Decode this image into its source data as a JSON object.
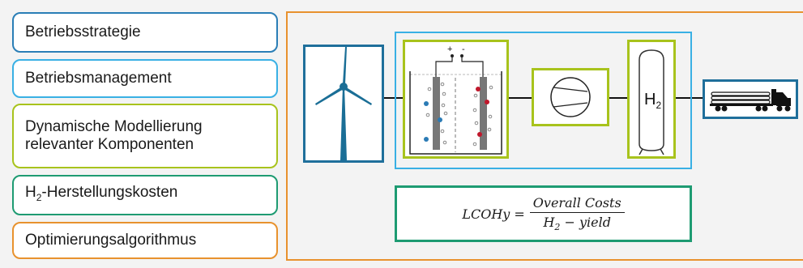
{
  "labels": {
    "l1": "Betriebsstrategie",
    "l2": "Betriebsmanagement",
    "l3_line1": "Dynamische Modellierung",
    "l3_line2": "relevanter Komponenten",
    "l4_prefix": "H",
    "l4_sub": "2",
    "l4_suffix": "-Herstellungskosten",
    "l5": "Optimierungsalgorithmus"
  },
  "diagram": {
    "electrolyser_plus": "+",
    "electrolyser_minus": "-",
    "tank_label": "H",
    "tank_label_sub": "2"
  },
  "formula": {
    "lhs": "LCOHy =",
    "numerator": "Overall Costs",
    "den_main": "H",
    "den_sub": "2",
    "den_rest": " − yield"
  },
  "colors": {
    "blue": "#5aa9d6",
    "light_blue": "#39b0e4",
    "lime": "#a8c31c",
    "teal": "#1e9b72",
    "orange": "#e8922e",
    "dark_blue": "#1f6f9b",
    "wind_turbine": "#1a6e96"
  },
  "icons": [
    "wind-turbine-icon",
    "electrolyser-icon",
    "compressor-icon",
    "hydrogen-tank-icon",
    "truck-icon"
  ]
}
